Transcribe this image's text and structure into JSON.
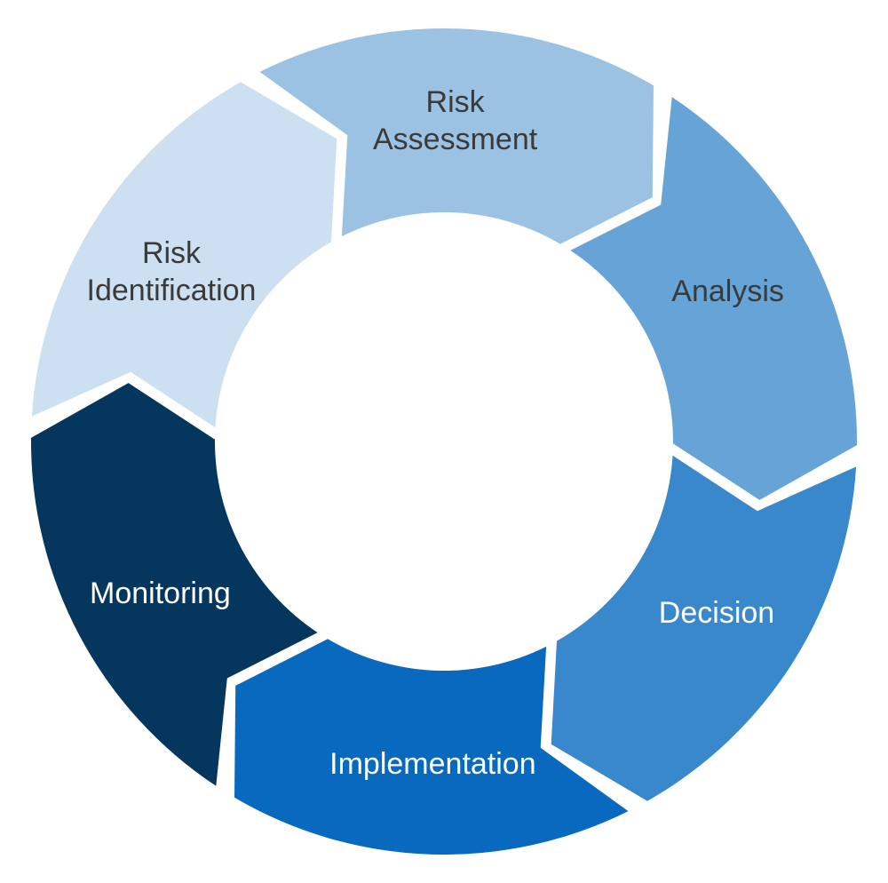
{
  "diagram": {
    "background": "#ffffff",
    "steps": [
      {
        "label_lines": [
          "Risk",
          "Assessment"
        ],
        "color": "#9BC2E3",
        "text_color": "#3A3A3A"
      },
      {
        "label_lines": [
          "Analysis"
        ],
        "color": "#66A3D6",
        "text_color": "#3A3A3A"
      },
      {
        "label_lines": [
          "Decision"
        ],
        "color": "#3A88CC",
        "text_color": "#FFFFFF"
      },
      {
        "label_lines": [
          "Implementation"
        ],
        "color": "#0969BF",
        "text_color": "#FFFFFF"
      },
      {
        "label_lines": [
          "Monitoring"
        ],
        "color": "#04365E",
        "text_color": "#FFFFFF"
      },
      {
        "label_lines": [
          "Risk",
          "Identification"
        ],
        "color": "#CCE0F2",
        "text_color": "#3A3A3A"
      }
    ]
  }
}
